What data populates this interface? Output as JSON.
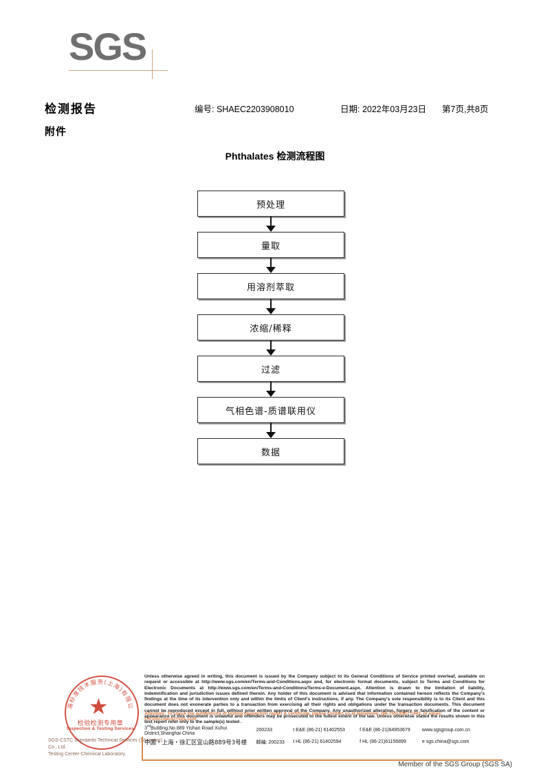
{
  "logo": {
    "text": "SGS",
    "rule_color": "#c9a682",
    "text_color": "#6f6f6f"
  },
  "header": {
    "doc_title": "检测报告",
    "report_no": "编号: SHAEC2203908010",
    "report_date": "日期: 2022年03月23日",
    "page_count": "第7页,共8页",
    "attachment_label": "附件"
  },
  "flowchart": {
    "title": "Phthalates 检测流程图",
    "nodes": [
      {
        "label": "预处理"
      },
      {
        "label": "量取"
      },
      {
        "label": "用溶剂萃取"
      },
      {
        "label": "浓缩/稀释"
      },
      {
        "label": "过滤"
      },
      {
        "label": "气相色谱-质谱联用仪"
      },
      {
        "label": "数据"
      }
    ]
  },
  "footer": {
    "stamp": {
      "arc_top_cn": "上海标准技术服务(上海)有限公司",
      "star": "★",
      "label_cn": "检验检测专用章",
      "label_en": "Inspection & Testing Services",
      "company_line1": "SGS-CSTC Standards Technical Services (Shanghai) Co., Ltd.",
      "company_line2": "Testing Center-Chemical Laboratory",
      "color": "#cc3a2a"
    },
    "legal_text": "Unless otherwise agreed in writing, this document is issued by the Company subject to its General Conditions of Service printed overleaf, available on request or accessible at http://www.sgs.com/en/Terms-and-Conditions.aspx and, for electronic format documents, subject to Terms and Conditions for Electronic Documents at http://www.sgs.com/en/Terms-and-Conditions/Terms-e-Document.aspx. Attention is drawn to the limitation of liability, indemnification and jurisdiction issues defined therein. Any holder of this document is advised that information contained hereon reflects the Company's findings at the time of its intervention only and within the limits of Client's instructions, if any. The Company's sole responsibility is to its Client and this document does not exonerate parties to a transaction from exercising all their rights and obligations under the transaction documents. This document cannot be reproduced except in full, without prior written approval of the Company. Any unauthorized alteration, forgery or falsification of the content or appearance of this document is unlawful and offenders may be prosecuted to the fullest extent of the law. Unless otherwise stated the results shown in this test report refer only to the sample(s) tested .",
    "attention_text": "Attention: To check the authenticity of testing /inspection report & certificate, please contact us at telephone: (86-755) 8307 1443, or email: CN.Doccheck@sgs.com",
    "attention_color": "#d4733a",
    "address_rows": [
      {
        "street": "3<sup>rd</sup>Building,No.889 Yishan Road Xuhui District,Shanghai China",
        "zip": "200233",
        "tel": "t E&E (86-21) 61402553",
        "fax": "f E&E (86-21)64953679",
        "web": "www.sgsgroup.com.cn"
      },
      {
        "street": "中国・上海・徐汇区宜山路889号3号楼",
        "zip": "邮编: 200233",
        "tel": "t HL (86-21) 61402594",
        "fax": "f HL (86-21)61156899",
        "web": "e  sgs.china@sgs.com"
      }
    ],
    "member_line": "Member of the SGS Group (SGS SA)",
    "accent_color": "#d4884a"
  }
}
